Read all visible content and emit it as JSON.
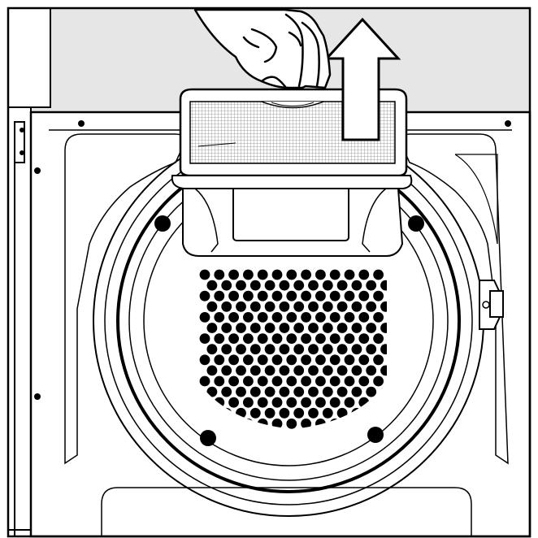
{
  "illustration": {
    "subject": "dryer-lint-filter-removal",
    "icons": [
      "hand-icon",
      "up-arrow-icon",
      "lint-filter-icon",
      "drum-opening-icon",
      "door-hinge-icon",
      "screw-icon"
    ],
    "colors": {
      "line": "#000000",
      "background_wall": "#e6e6e6",
      "appliance_body": "#ffffff",
      "filter_mesh": "#bdbdbd"
    },
    "perforation_grid": {
      "rows": 15,
      "columns": 13
    }
  }
}
